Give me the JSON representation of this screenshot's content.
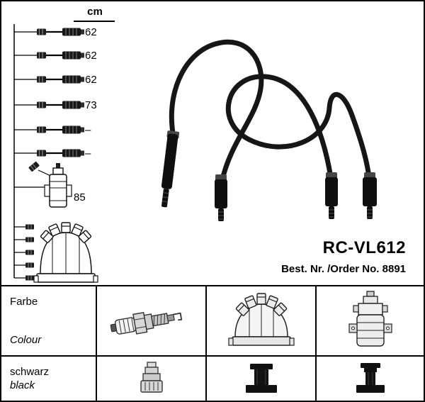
{
  "diagram": {
    "unit": "cm",
    "lengths": [
      "62",
      "62",
      "62",
      "73",
      "–",
      "–"
    ],
    "coil_length": "85",
    "icons": [
      "cable-branch-icon",
      "ignition-coil-schematic-icon",
      "distributor-cap-schematic-icon",
      "cable-set-illustration"
    ]
  },
  "product": {
    "model": "RC-VL612",
    "order": "Best. Nr. /Order No. 8891"
  },
  "table": {
    "row_color": {
      "de": "Farbe",
      "en": "Colour"
    },
    "row_value": {
      "de": "schwarz",
      "en": "black"
    },
    "icons": [
      "spark-plug-icon",
      "distributor-cap-icon",
      "ignition-coil-icon",
      "plug-terminal-icon",
      "distributor-terminal-icon",
      "coil-terminal-icon"
    ]
  }
}
